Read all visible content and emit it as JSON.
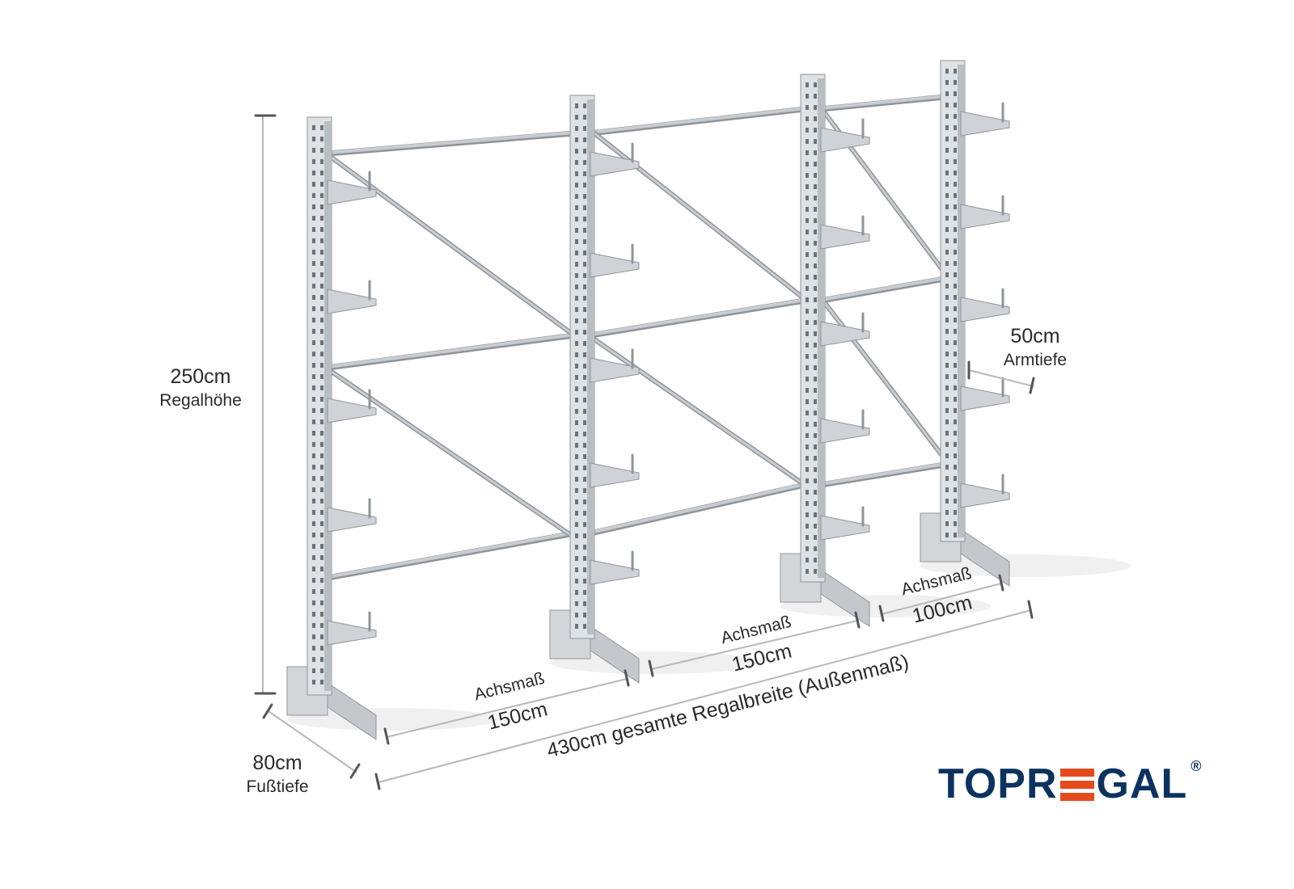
{
  "dimensions": {
    "height": {
      "value": "250cm",
      "label": "Regalhöhe"
    },
    "arm_depth": {
      "value": "50cm",
      "label": "Armtiefe"
    },
    "foot_depth": {
      "value": "80cm",
      "label": "Fußtiefe"
    },
    "total_width": {
      "text": "430cm gesamte Regalbreite (Außenmaß)"
    },
    "bays": [
      {
        "label": "Achsmaß",
        "value": "150cm"
      },
      {
        "label": "Achsmaß",
        "value": "150cm"
      },
      {
        "label": "Achsmaß",
        "value": "100cm"
      }
    ]
  },
  "logo": {
    "text_left": "TOPR",
    "text_right": "GAL",
    "registered": "®",
    "brand_color": "#0b335f",
    "accent_color": "#e54a1c"
  },
  "colors": {
    "steel": "#c9cdd1",
    "steel_dark": "#8e949a",
    "dimension_line": "#b8b8b8"
  }
}
